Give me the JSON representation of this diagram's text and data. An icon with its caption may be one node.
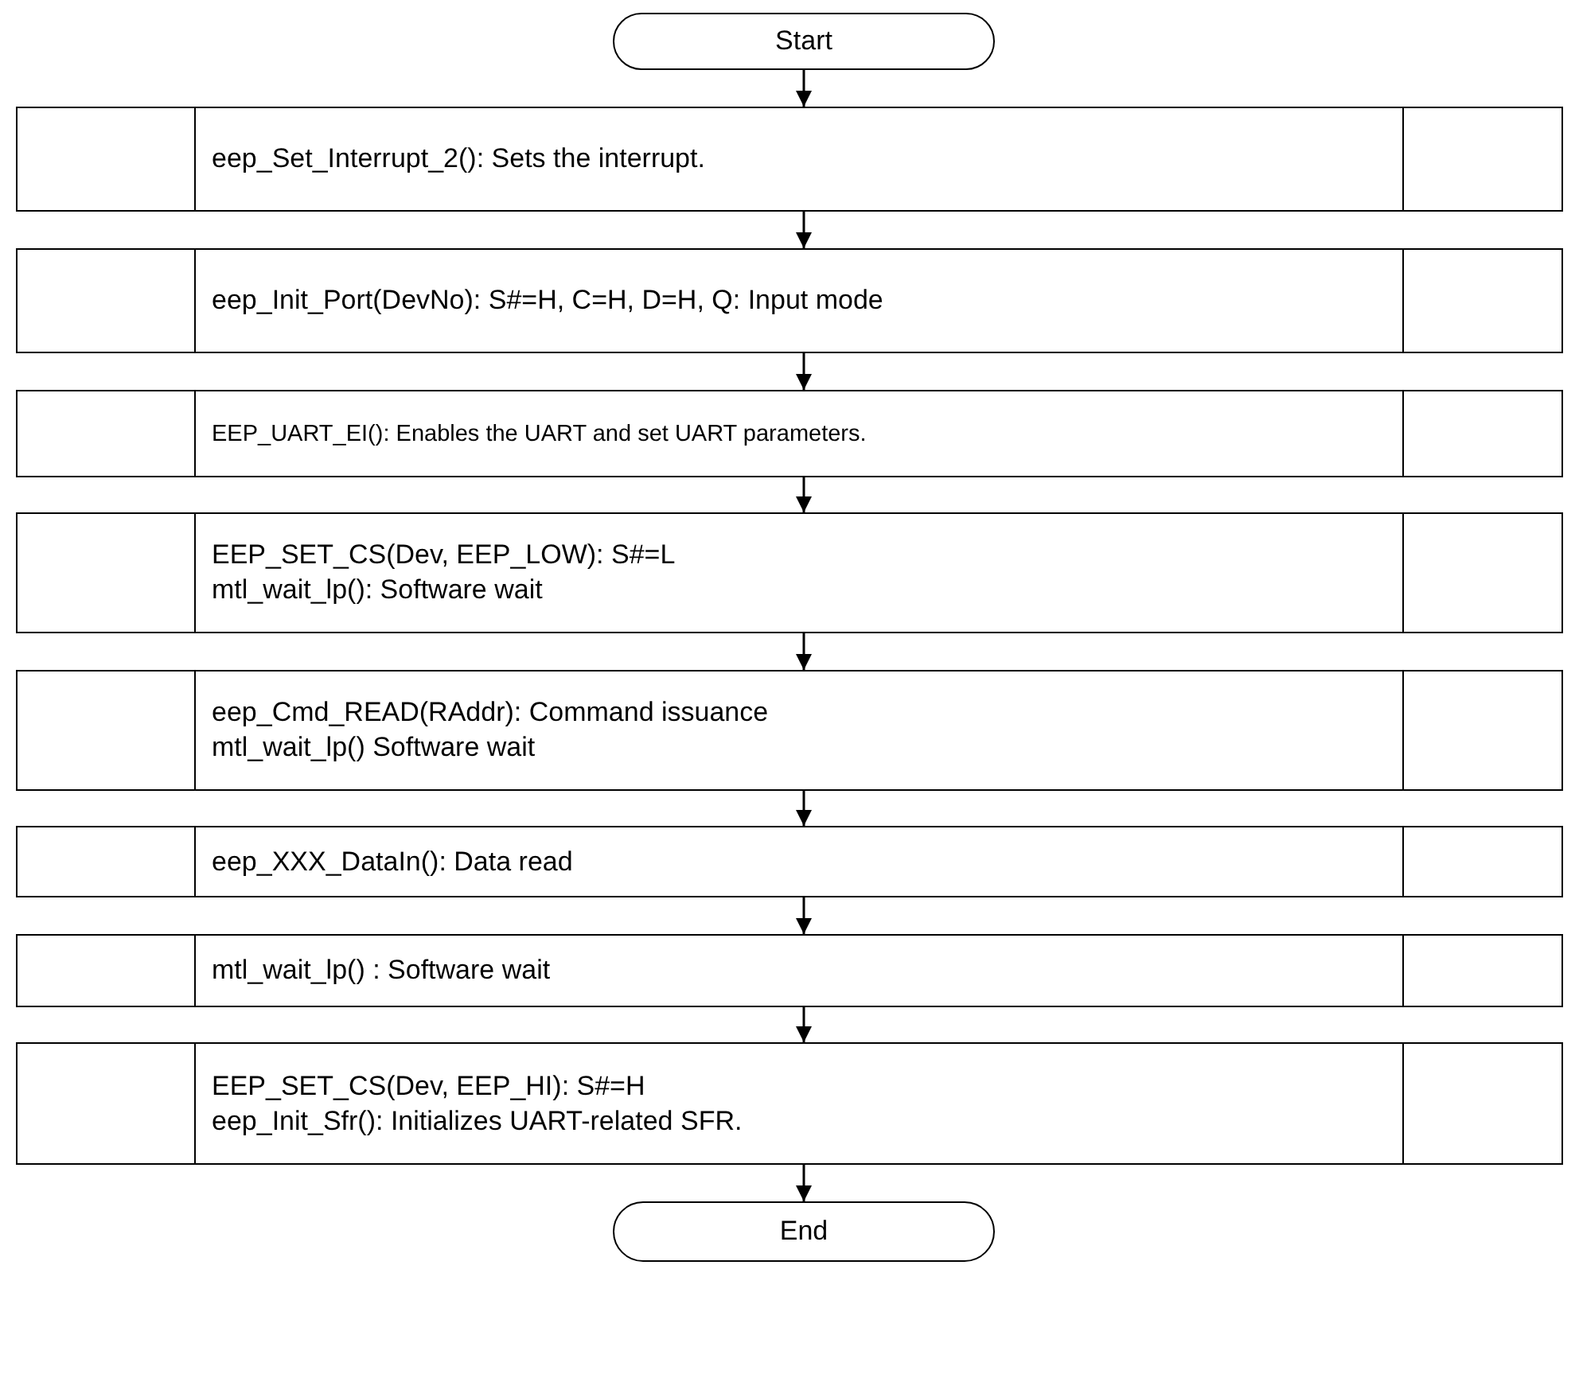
{
  "diagram": {
    "nodes": [
      {
        "text": [
          "Start"
        ]
      },
      {
        "text": [
          "eep_Set_Interrupt_2(): Sets the interrupt."
        ]
      },
      {
        "text": [
          "eep_Init_Port(DevNo): S#=H, C=H, D=H, Q: Input mode"
        ]
      },
      {
        "text": [
          "EEP_UART_EI(): Enables the UART and set UART parameters."
        ]
      },
      {
        "text": [
          "EEP_SET_CS(Dev, EEP_LOW): S#=L",
          "mtl_wait_lp(): Software wait"
        ]
      },
      {
        "text": [
          "eep_Cmd_READ(RAddr): Command issuance",
          "mtl_wait_lp() Software wait"
        ]
      },
      {
        "text": [
          "eep_XXX_DataIn(): Data read"
        ]
      },
      {
        "text": [
          "mtl_wait_lp() : Software wait"
        ]
      },
      {
        "text": [
          "EEP_SET_CS(Dev, EEP_HI): S#=H",
          "eep_Init_Sfr(): Initializes UART-related SFR."
        ]
      },
      {
        "text": [
          "End"
        ]
      }
    ],
    "edges": [
      {
        "from": 0,
        "to": 1,
        "arrow": "to"
      },
      {
        "from": 1,
        "to": 2,
        "arrow": "to"
      },
      {
        "from": 2,
        "to": 3,
        "arrow": "to"
      },
      {
        "from": 3,
        "to": 4,
        "arrow": "to"
      },
      {
        "from": 4,
        "to": 5,
        "arrow": "to"
      },
      {
        "from": 5,
        "to": 6,
        "arrow": "to"
      },
      {
        "from": 6,
        "to": 7,
        "arrow": "to"
      },
      {
        "from": 7,
        "to": 8,
        "arrow": "to"
      },
      {
        "from": 8,
        "to": 9,
        "arrow": "to"
      }
    ]
  }
}
